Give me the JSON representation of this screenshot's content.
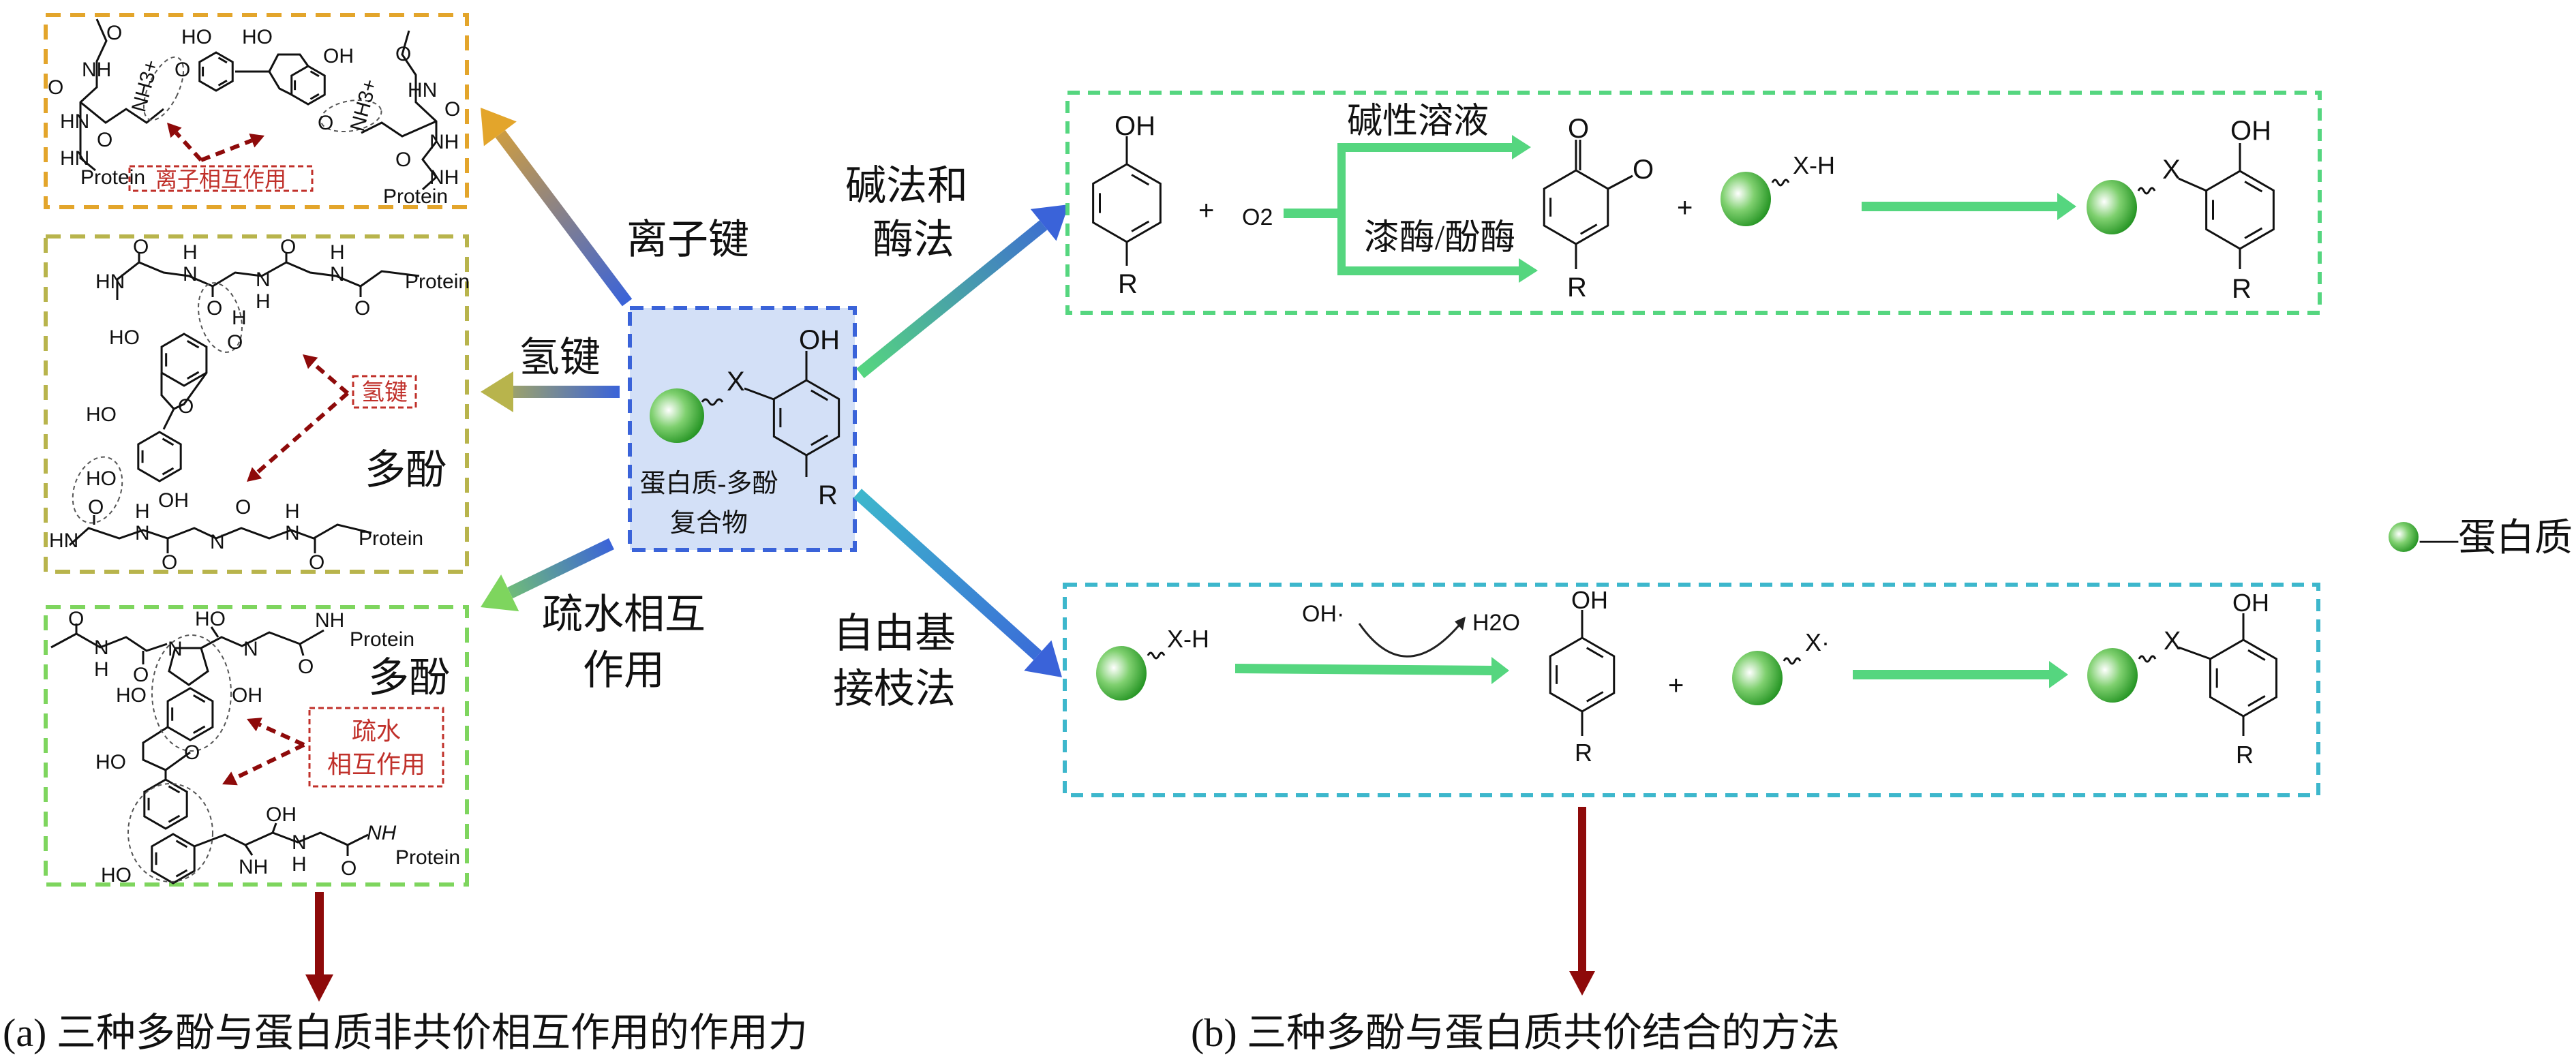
{
  "colors": {
    "ionic_box": "#e3a52b",
    "hydrogen_box": "#b8b44c",
    "hydrophobic_box": "#7ed55e",
    "complex_box_fill": "#d3e0f7",
    "complex_box_stroke": "#3a63d9",
    "alkali_enzyme_box": "#55d67f",
    "radical_box": "#3db7cc",
    "reaction_arrow": "#55d67f",
    "annotation_red": "#c0302a",
    "result_arrow": "#8e0a0a",
    "protein_ball": "#2fa82f"
  },
  "atoms": {
    "oh": "OH",
    "ho": "HO",
    "o": "O",
    "h": "H",
    "n": "N",
    "nh": "NH",
    "hn": "HN",
    "nh3": "NH3+",
    "protein": "Protein",
    "x": "X",
    "xh": "X-H",
    "r": "R",
    "o2": "O2",
    "plus": "+",
    "oh_radical": "OH·",
    "h2o": "H2O",
    "x_radical": "X·"
  },
  "complex": {
    "line1": "蛋白质-多酚",
    "line2": "复合物"
  },
  "noncovalent": {
    "ionic_label": "离子键",
    "hydrogen_label": "氢键",
    "hydrophobic_label_line1": "疏水相互",
    "hydrophobic_label_line2": "作用",
    "ionic_panel": {
      "annotation": "离子相互作用"
    },
    "hydrogen_panel": {
      "annotation": "氢键",
      "polyphenol": "多酚"
    },
    "hydrophobic_panel": {
      "annotation_line1": "疏水",
      "annotation_line2": "相互作用",
      "polyphenol": "多酚"
    }
  },
  "covalent": {
    "alkali_enzyme_label_line1": "碱法和",
    "alkali_enzyme_label_line2": "酶法",
    "alkaline_solution": "碱性溶液",
    "enzyme": "漆酶/酚酶",
    "radical_label_line1": "自由基",
    "radical_label_line2": "接枝法"
  },
  "legend": {
    "protein": "—蛋白质",
    "icon": "green-sphere"
  },
  "captions": {
    "a": "(a) 三种多酚与蛋白质非共价相互作用的作用力",
    "b": "(b) 三种多酚与蛋白质共价结合的方法"
  }
}
